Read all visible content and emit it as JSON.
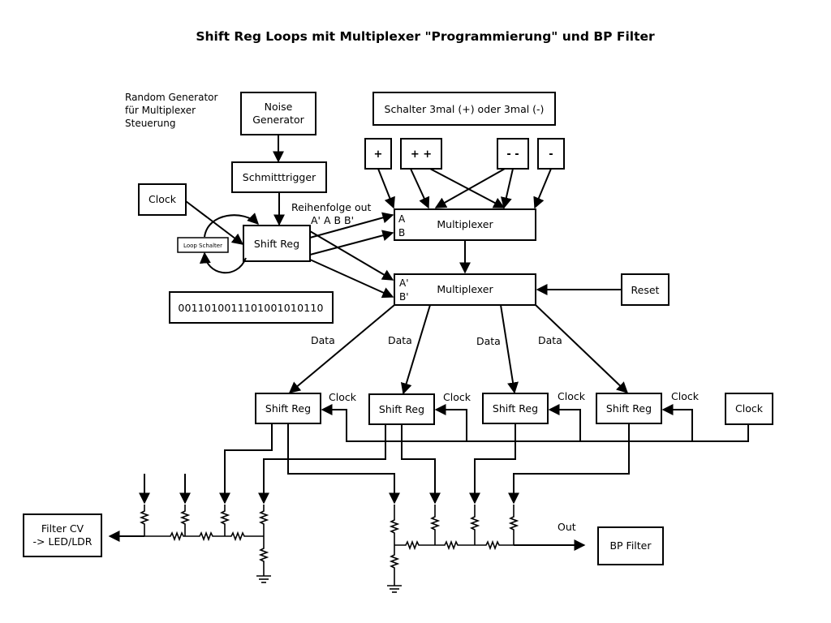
{
  "title": "Shift Reg Loops mit Multiplexer \"Programmierung\" und BP Filter",
  "note": {
    "line1": "Random Generator",
    "line2": "für Multiplexer",
    "line3": "Steuerung"
  },
  "noise": {
    "line1": "Noise",
    "line2": "Generator"
  },
  "schmitt": "Schmitttrigger",
  "clock_top": "Clock",
  "loop_switch": "Loop Schalter",
  "shiftreg_main": "Shift Reg",
  "bit_sequence": "001101001110100101011​0",
  "reihenfolge": {
    "line1": "Reihenfolge out",
    "line2": "A' A B B'"
  },
  "schalter": "Schalter 3mal (+) oder 3mal (-)",
  "switches": {
    "plus": "+",
    "plusplus": "+ +",
    "minusminus": "- -",
    "minus": "-"
  },
  "mux1": {
    "label": "Multiplexer",
    "in_a": "A",
    "in_b": "B"
  },
  "mux2": {
    "label": "Multiplexer",
    "in_a": "A'",
    "in_b": "B'"
  },
  "reset": "Reset",
  "data_label": "Data",
  "sr_label": "Shift Reg",
  "clock_label": "Clock",
  "clock_right": "Clock",
  "filter_cv": {
    "line1": "Filter CV",
    "line2": "-> LED/LDR"
  },
  "out_label": "Out",
  "bp_filter": "BP Filter"
}
